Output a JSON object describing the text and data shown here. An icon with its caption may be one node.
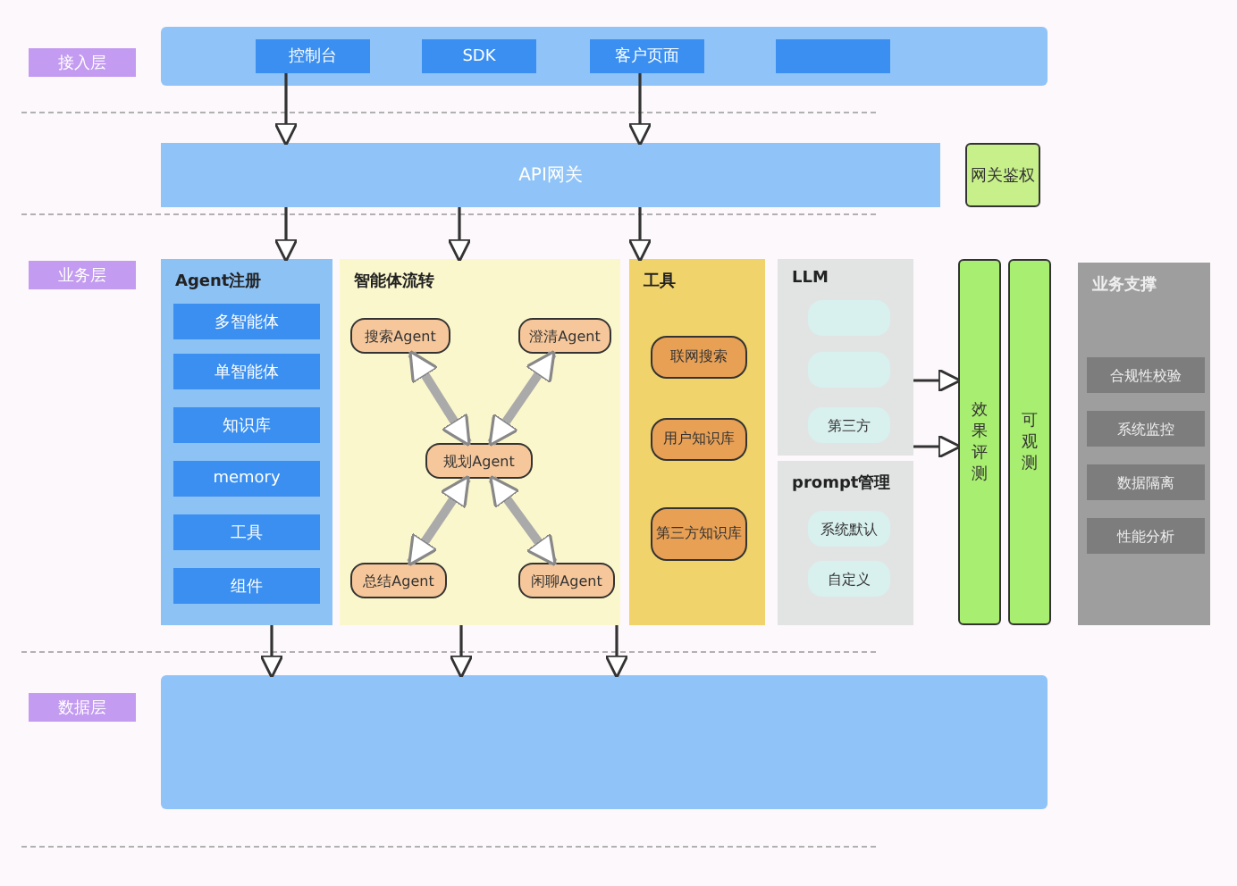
{
  "diagram": {
    "nodes": [
      {
        "text": [
          "接入层"
        ]
      },
      {
        "text": [],
        "shape": "box"
      },
      {
        "text": [
          "控制台"
        ],
        "in": 1
      },
      {
        "text": [
          "SDK"
        ],
        "in": 1
      },
      {
        "text": [
          "客户页面"
        ],
        "in": 1
      },
      {
        "text": [],
        "shape": "box",
        "in": 1
      },
      {
        "text": [
          "API网关"
        ]
      },
      {
        "text": [
          "网关鉴权"
        ]
      },
      {
        "text": [
          "业务层"
        ]
      },
      {
        "text": [
          "Agent注册"
        ]
      },
      {
        "text": [
          "多智能体"
        ],
        "in": 9
      },
      {
        "text": [
          "单智能体"
        ],
        "in": 9
      },
      {
        "text": [
          "知识库"
        ],
        "in": 9
      },
      {
        "text": [
          "memory"
        ],
        "in": 9
      },
      {
        "text": [
          "工具"
        ],
        "in": 9
      },
      {
        "text": [
          "组件"
        ],
        "in": 9
      },
      {
        "text": [
          "智能体流转"
        ]
      },
      {
        "text": [
          "搜索Agent"
        ],
        "in": 16
      },
      {
        "text": [
          "澄清Agent"
        ],
        "in": 16
      },
      {
        "text": [
          "规划Agent"
        ],
        "in": 16
      },
      {
        "text": [
          "总结Agent"
        ],
        "in": 16
      },
      {
        "text": [
          "闲聊Agent"
        ],
        "in": 16
      },
      {
        "text": [
          "工具"
        ]
      },
      {
        "text": [
          "联网搜索"
        ],
        "in": 22
      },
      {
        "text": [
          "用户知识库"
        ],
        "in": 22
      },
      {
        "text": [
          "第三方知识库"
        ],
        "in": 22
      },
      {
        "text": [
          "LLM"
        ]
      },
      {
        "text": [],
        "shape": "box",
        "in": 26
      },
      {
        "text": [],
        "shape": "box",
        "in": 26
      },
      {
        "text": [
          "第三方"
        ],
        "in": 26
      },
      {
        "text": [
          "prompt管理"
        ]
      },
      {
        "text": [
          "系统默认"
        ],
        "in": 30
      },
      {
        "text": [
          "自定义"
        ],
        "in": 30
      },
      {
        "text": [
          "效果评测"
        ]
      },
      {
        "text": [
          "可观测"
        ]
      },
      {
        "text": [
          "业务支撑"
        ]
      },
      {
        "text": [
          "合规性校验"
        ],
        "in": 35
      },
      {
        "text": [
          "系统监控"
        ],
        "in": 35
      },
      {
        "text": [
          "数据隔离"
        ],
        "in": 35
      },
      {
        "text": [
          "性能分析"
        ],
        "in": 35
      },
      {
        "text": [
          "数据层"
        ]
      },
      {
        "text": [],
        "shape": "box"
      }
    ],
    "edges": [
      {
        "from": 2,
        "to": 6,
        "arrow": "to"
      },
      {
        "from": 4,
        "to": 6,
        "arrow": "to"
      },
      {
        "from": 6,
        "to": 9,
        "arrow": "to"
      },
      {
        "from": 6,
        "to": 16,
        "arrow": "to"
      },
      {
        "from": 6,
        "to": 22,
        "arrow": "to"
      },
      {
        "from": 19,
        "to": 17,
        "arrow": "both",
        "style": "thick",
        "color": "#aaaaaa"
      },
      {
        "from": 19,
        "to": 18,
        "arrow": "both",
        "style": "thick",
        "color": "#aaaaaa"
      },
      {
        "from": 19,
        "to": 20,
        "arrow": "both",
        "style": "thick",
        "color": "#aaaaaa"
      },
      {
        "from": 19,
        "to": 21,
        "arrow": "both",
        "style": "thick",
        "color": "#aaaaaa"
      },
      {
        "from": 26,
        "to": 33,
        "arrow": "to"
      },
      {
        "from": 26,
        "to": 33,
        "arrow": "to"
      },
      {
        "from": 9,
        "to": 41,
        "arrow": "to"
      },
      {
        "from": 16,
        "to": 41,
        "arrow": "to"
      },
      {
        "from": 22,
        "to": 41,
        "arrow": "to"
      }
    ]
  }
}
